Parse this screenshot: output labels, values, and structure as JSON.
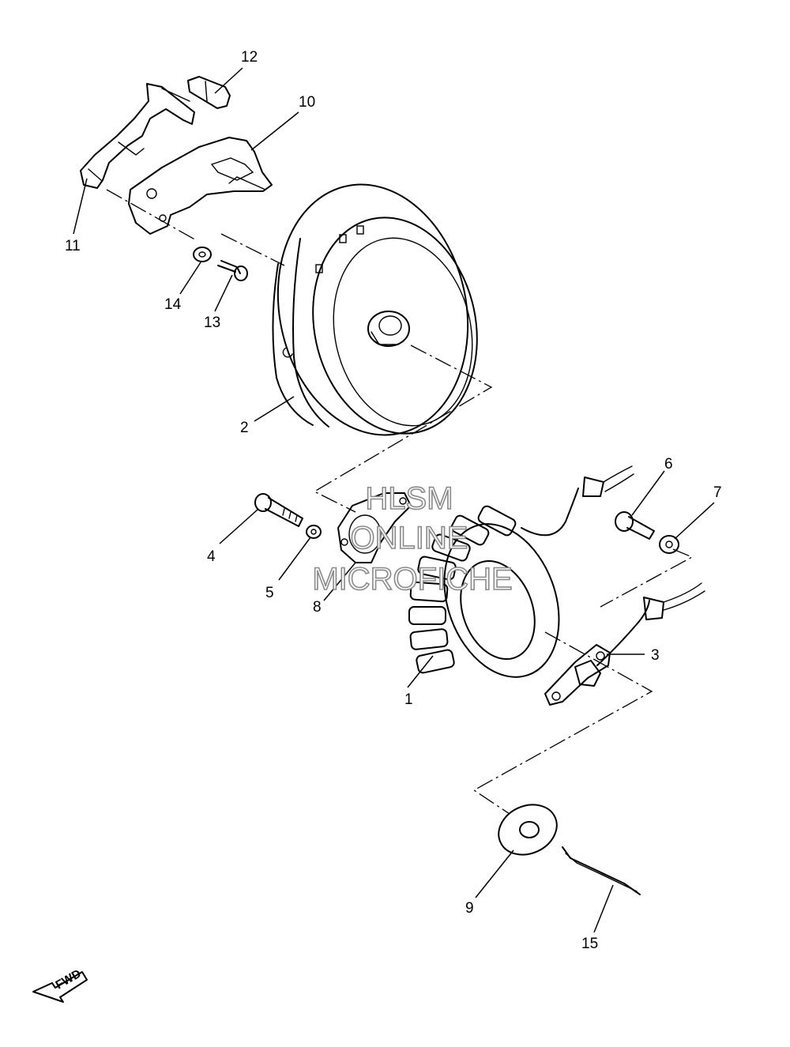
{
  "callouts": {
    "c1": "1",
    "c2": "2",
    "c3": "3",
    "c4": "4",
    "c5": "5",
    "c6": "6",
    "c7": "7",
    "c8": "8",
    "c9": "9",
    "c10": "10",
    "c11": "11",
    "c12": "12",
    "c13": "13",
    "c14": "14",
    "c15": "15"
  },
  "watermark": {
    "line1": "HLSM",
    "line2": "ONLINE",
    "line3": "MICROFICHE"
  },
  "direction_badge": "FWD",
  "colors": {
    "ink": "#000000",
    "background": "#ffffff",
    "watermark_outline": "#8a8a8a"
  }
}
